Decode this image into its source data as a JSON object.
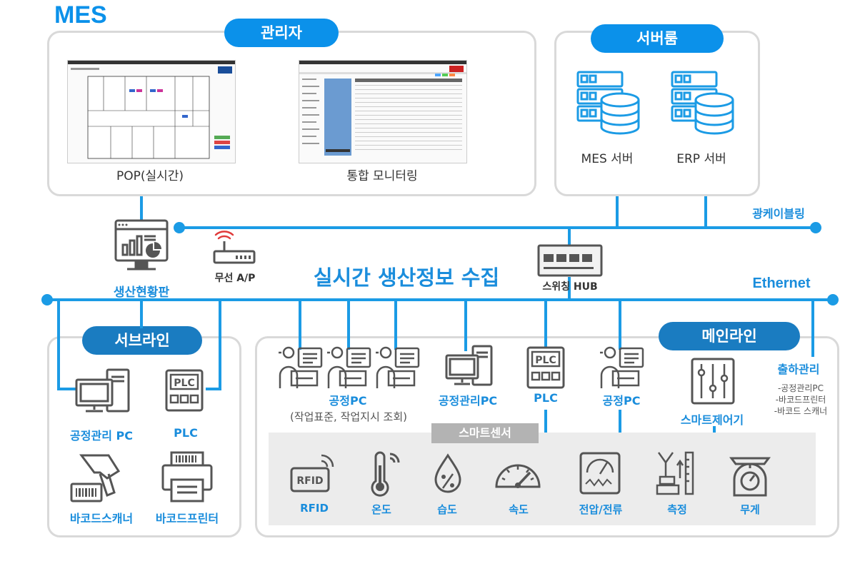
{
  "title": "MES",
  "center_title": "실시간 생산정보 수집",
  "manager": {
    "label": "관리자",
    "items": [
      "POP(실시간)",
      "통합 모니터링"
    ]
  },
  "server_room": {
    "label": "서버룸",
    "items": [
      "MES 서버",
      "ERP 서버"
    ]
  },
  "network": {
    "fiber": "광케이블링",
    "ethernet": "Ethernet",
    "switch": "스위칭 HUB",
    "wireless": "무선 A/P",
    "dashboard": "생산현황판"
  },
  "subline": {
    "label": "서브라인",
    "items": [
      "공정관리 PC",
      "PLC",
      "바코드스캐너",
      "바코드프린터"
    ]
  },
  "mainline": {
    "label": "메인라인",
    "process_pc": "공정PC",
    "process_pc_desc": "(작업표준, 작업지시 조회)",
    "process_mgmt_pc": "공정관리PC",
    "plc": "PLC",
    "process_pc2": "공정PC",
    "smart_controller": "스마트제어기"
  },
  "shipping": {
    "label": "출하관리",
    "items": [
      "-공정관리PC",
      "-바코드프린터",
      "-바코드 스캐너"
    ]
  },
  "smart_sensor": {
    "label": "스마트센서",
    "items": [
      "RFID",
      "온도",
      "습도",
      "속도",
      "전압/전류",
      "측정",
      "무게"
    ]
  },
  "icon_text": {
    "plc": "PLC",
    "rfid": "RFID"
  },
  "colors": {
    "accent": "#0b91ea",
    "line": "#1b9be5",
    "dark_pill": "#1a7cc1",
    "panel_border": "#d9d9d9",
    "icon": "#555555",
    "sensor_bg": "#ececec",
    "sensor_pill": "#b3b3b3"
  }
}
